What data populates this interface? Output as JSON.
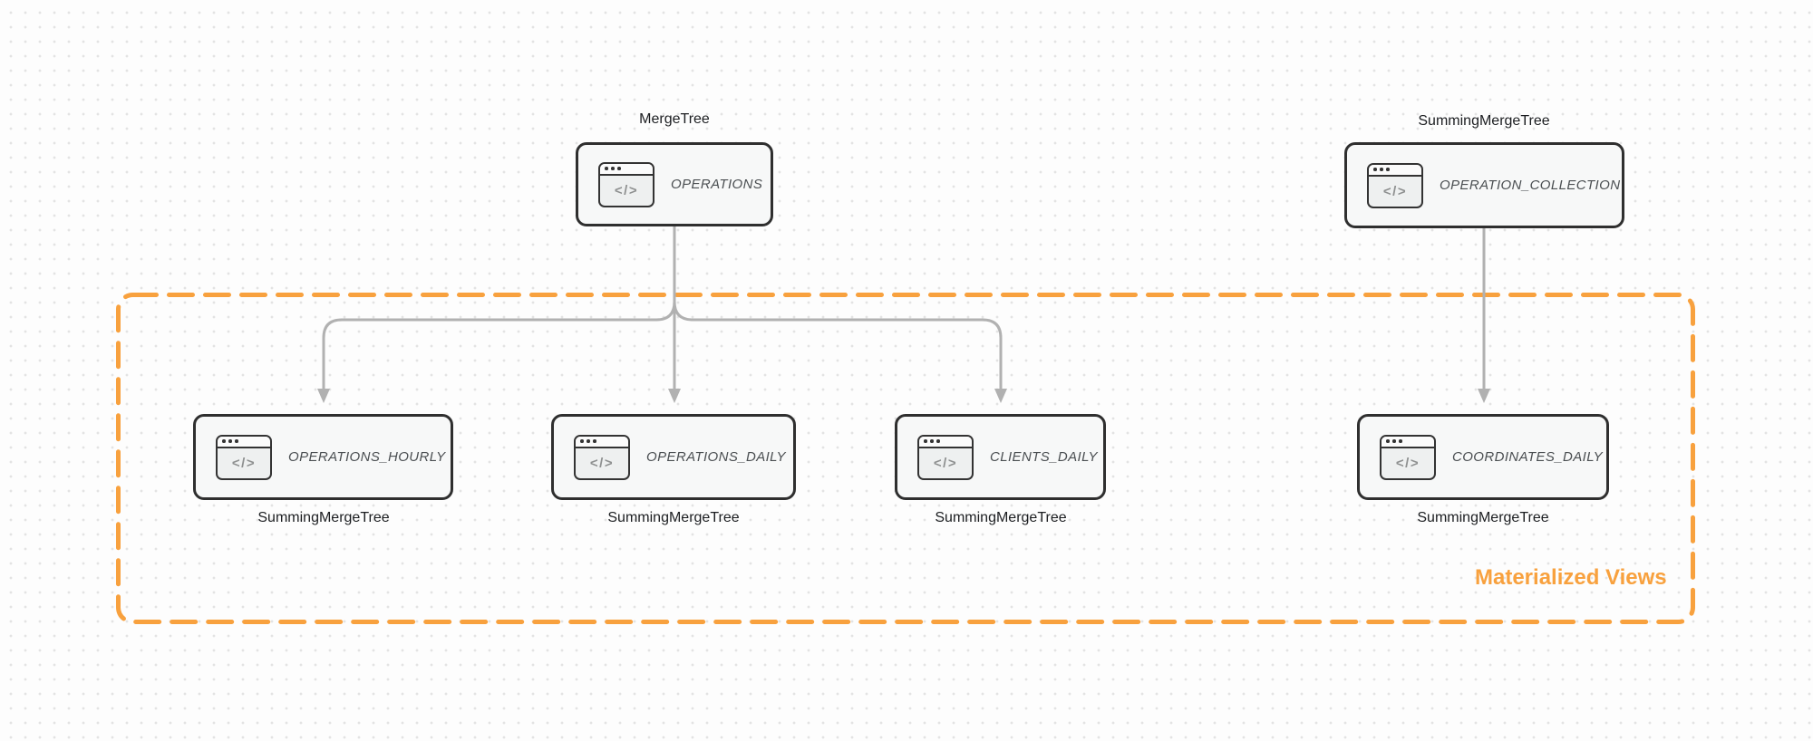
{
  "nodes": [
    {
      "id": "operations",
      "label": "OPERATIONS",
      "engine": "MergeTree",
      "engine_position": "top"
    },
    {
      "id": "operation_collection",
      "label": "OPERATION_COLLECTION",
      "engine": "SummingMergeTree",
      "engine_position": "top"
    },
    {
      "id": "operations_hourly",
      "label": "OPERATIONS_HOURLY",
      "engine": "SummingMergeTree",
      "engine_position": "bottom"
    },
    {
      "id": "operations_daily",
      "label": "OPERATIONS_DAILY",
      "engine": "SummingMergeTree",
      "engine_position": "bottom"
    },
    {
      "id": "clients_daily",
      "label": "CLIENTS_DAILY",
      "engine": "SummingMergeTree",
      "engine_position": "bottom"
    },
    {
      "id": "coordinates_daily",
      "label": "COORDINATES_DAILY",
      "engine": "SummingMergeTree",
      "engine_position": "bottom"
    }
  ],
  "group": {
    "label": "Materialized Views"
  },
  "edges": [
    {
      "from": "OPERATIONS",
      "to": "OPERATIONS_HOURLY"
    },
    {
      "from": "OPERATIONS",
      "to": "OPERATIONS_DAILY"
    },
    {
      "from": "OPERATIONS",
      "to": "CLIENTS_DAILY"
    },
    {
      "from": "OPERATION_COLLECTION",
      "to": "COORDINATES_DAILY"
    }
  ],
  "icon": {
    "name": "code-window-icon",
    "glyph": "</>"
  },
  "colors": {
    "accent_orange": "#F8A13E",
    "edge_gray": "#B1B1B1",
    "node_border": "#2F2F2F",
    "node_fill": "#F7F8F8",
    "canvas_dot": "#E3E3E3",
    "engine_text": "#1C1E21",
    "node_label_text": "#4B4F52"
  }
}
